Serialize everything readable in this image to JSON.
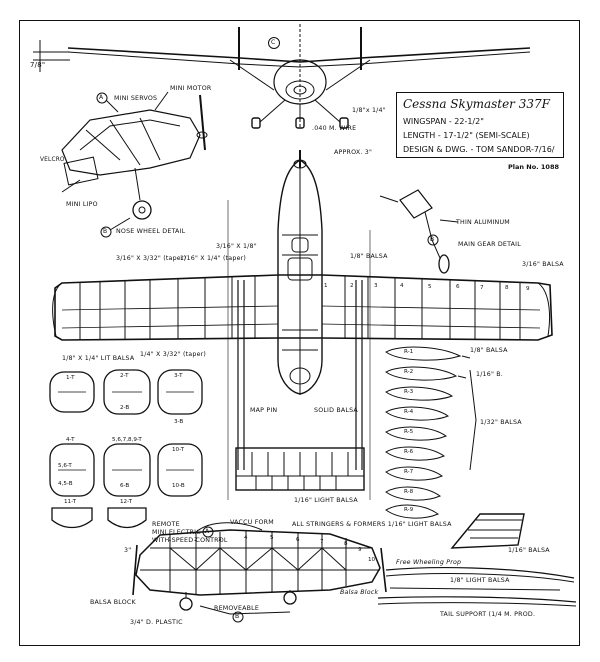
{
  "title_block": {
    "title": "Cessna Skymaster 337F",
    "wingspan": "WINGSPAN - 22-1/2\"",
    "length": "LENGTH - 17-1/2\" (SEMI-SCALE)",
    "design": "DESIGN & DWG. - TOM SANDOR-7/16/",
    "plan_no": "Plan No. 1088"
  },
  "labels": {
    "dim_top": "7/8\"",
    "circle_c": "C",
    "circle_a": "A",
    "circle_b": "B",
    "mini_servos": "MINI SERVOS",
    "mini_motor": "MINI MOTOR",
    "velcro": "VELCRO",
    "mini_lipo": "MINI LIPO",
    "nose_wheel_detail": "NOSE WHEEL DETAIL",
    "strut_size": "1/8\"x 1/4\"",
    "wire": ".040 M. WIRE",
    "approx": "APPROX. 3\"",
    "thin_aluminum": "THIN ALUMINUM",
    "main_gear_detail": "MAIN GEAR DETAIL",
    "spar_3_16": "3/16\" X 1/8\"",
    "trailing_taper": "3/16\" X 3/32\" (taper)",
    "le_1_16": "1/16\" X 1/4\" (taper)",
    "balsa_1_8": "1/8\" BALSA",
    "balsa_3_16": "3/16\" BALSA",
    "lite_balsa": "1/8\" X 1/4\" LIT BALSA",
    "wing_taper": "1/4\" X 3/32\" (taper)",
    "map_pin": "MAP PIN",
    "solid_balsa": "SOLID BALSA",
    "light_balsa_1_16": "1/16\" LIGHT BALSA",
    "balsa_1_32": "1/32\" BALSA",
    "balsa_b_1_8": "1/8\" BALSA",
    "balsa_1_16b": "1/16\" B.",
    "remote": "REMOTE",
    "mini_electric": "MINI ELECTRIC",
    "speed_control": "WITH SPEED CONTROL",
    "vaccu_form": "VACCU FORM",
    "stringers": "ALL STRINGERS & FORMERS 1/16\" LIGHT BALSA",
    "balsa_1_16_tail": "1/16\" BALSA",
    "free_wheeling_prop": "Free Wheeling Prop",
    "light_balsa_1_8": "1/8\" LIGHT BALSA",
    "tail_support": "TAIL SUPPORT (1/4 M. PROD.",
    "balsa_block": "BALSA BLOCK",
    "balsa_block2": "Balsa Block",
    "removeable": "REMOVEABLE",
    "plastic": "3/4\" D. PLASTIC",
    "dim_3": "3\""
  },
  "formers": [
    "1-T",
    "2-T",
    "3-T",
    "2-B",
    "3-B",
    "4-T",
    "5,6,7,8,9-T",
    "10-T",
    "5,6-T",
    "4,5-B",
    "6-B",
    "10-B",
    "11-T",
    "12-T"
  ],
  "ribs": [
    "R-1",
    "R-2",
    "R-3",
    "R-4",
    "R-5",
    "R-6",
    "R-7",
    "R-8",
    "R-9"
  ],
  "rib_numbers": [
    "1",
    "2",
    "3",
    "4",
    "5",
    "6",
    "7",
    "8",
    "9"
  ],
  "side_numbers": [
    "1",
    "2",
    "3",
    "4",
    "5",
    "6",
    "7",
    "8",
    "9",
    "10"
  ]
}
